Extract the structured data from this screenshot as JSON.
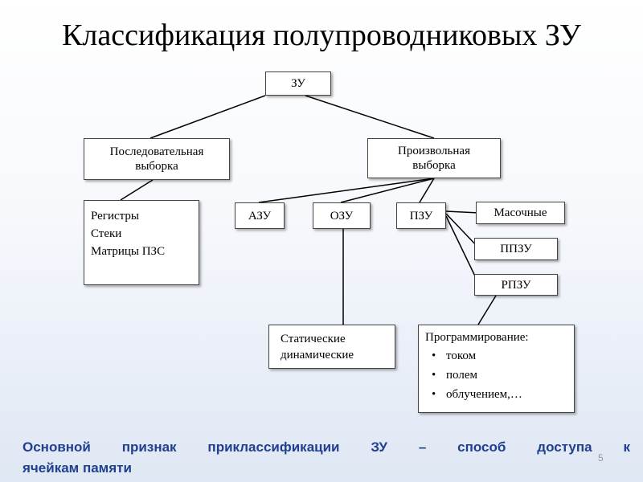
{
  "title": "Классификация полупроводниковых ЗУ",
  "nodes": {
    "root": "ЗУ",
    "sequential": [
      "Последовательная",
      "выборка"
    ],
    "random": [
      "Произвольная",
      "выборка"
    ],
    "sequential_examples": [
      "Регистры",
      "Стеки",
      "Матрицы ПЗС"
    ],
    "azu": "АЗУ",
    "ozu": "ОЗУ",
    "pzu": "ПЗУ",
    "mask": "Масочные",
    "ppzu": "ППЗУ",
    "rpzu": "РПЗУ",
    "ozu_types": [
      "Статические",
      "динамические"
    ],
    "programming": {
      "heading": "Программирование:",
      "items": [
        "током",
        "полем",
        "облучением,…"
      ]
    }
  },
  "footer": {
    "line1": "Основной признак приклассификации ЗУ – способ доступа к",
    "line2": "ячейкам памяти"
  },
  "page_number": "5"
}
